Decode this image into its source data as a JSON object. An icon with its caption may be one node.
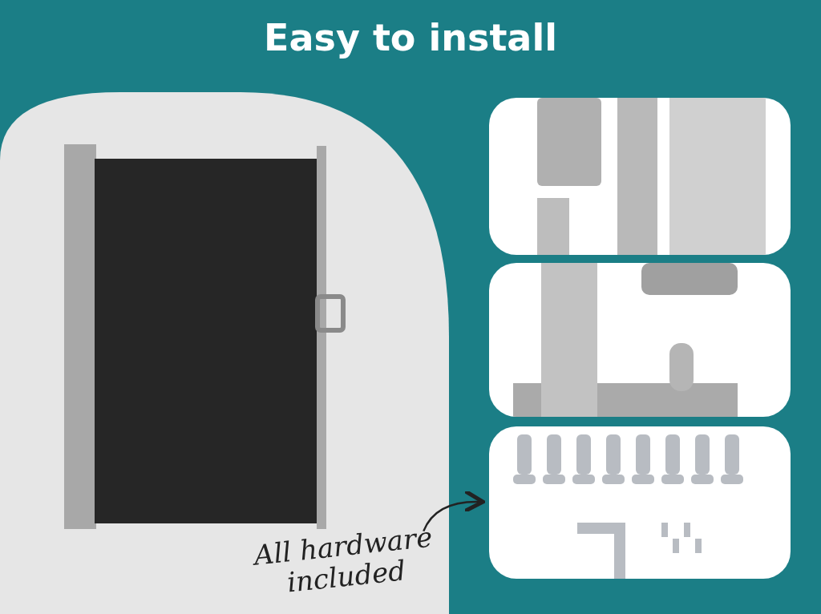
{
  "diagram": {
    "title": "Easy to install",
    "nodes": [
      {
        "text": [
          "All hardware included"
        ]
      },
      {
        "text": [],
        "shape": "picture"
      }
    ],
    "edges": [
      {
        "from": 0,
        "to": 1,
        "arrow": "to"
      }
    ]
  }
}
